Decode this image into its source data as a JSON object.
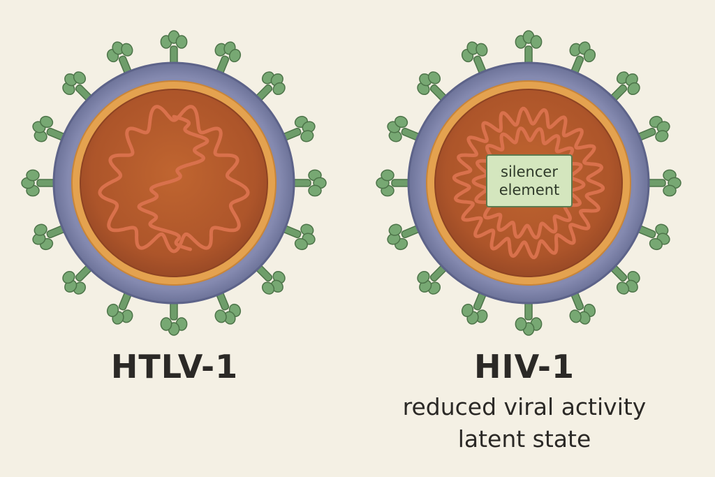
{
  "viruses": [
    {
      "name": "HTLV-1",
      "genome_shape": "coiled-S"
    },
    {
      "name": "HIV-1",
      "genome_shape": "wavy-ring",
      "inner_box": {
        "line1": "silencer",
        "line2": "element"
      },
      "caption_line1": "reduced viral activity",
      "caption_line2": "latent state"
    }
  ],
  "colors": {
    "background": "#f4f0e4",
    "envelope": "#7b80a8",
    "outer_ring": "#e4a24f",
    "capsid": "#b55a2b",
    "genome": "#d46c48",
    "spike": "#6e9d6a",
    "label_box": "#d4e6be"
  },
  "icons": [
    "virus-particle-icon",
    "glycoprotein-spike-icon",
    "rna-genome-icon"
  ]
}
